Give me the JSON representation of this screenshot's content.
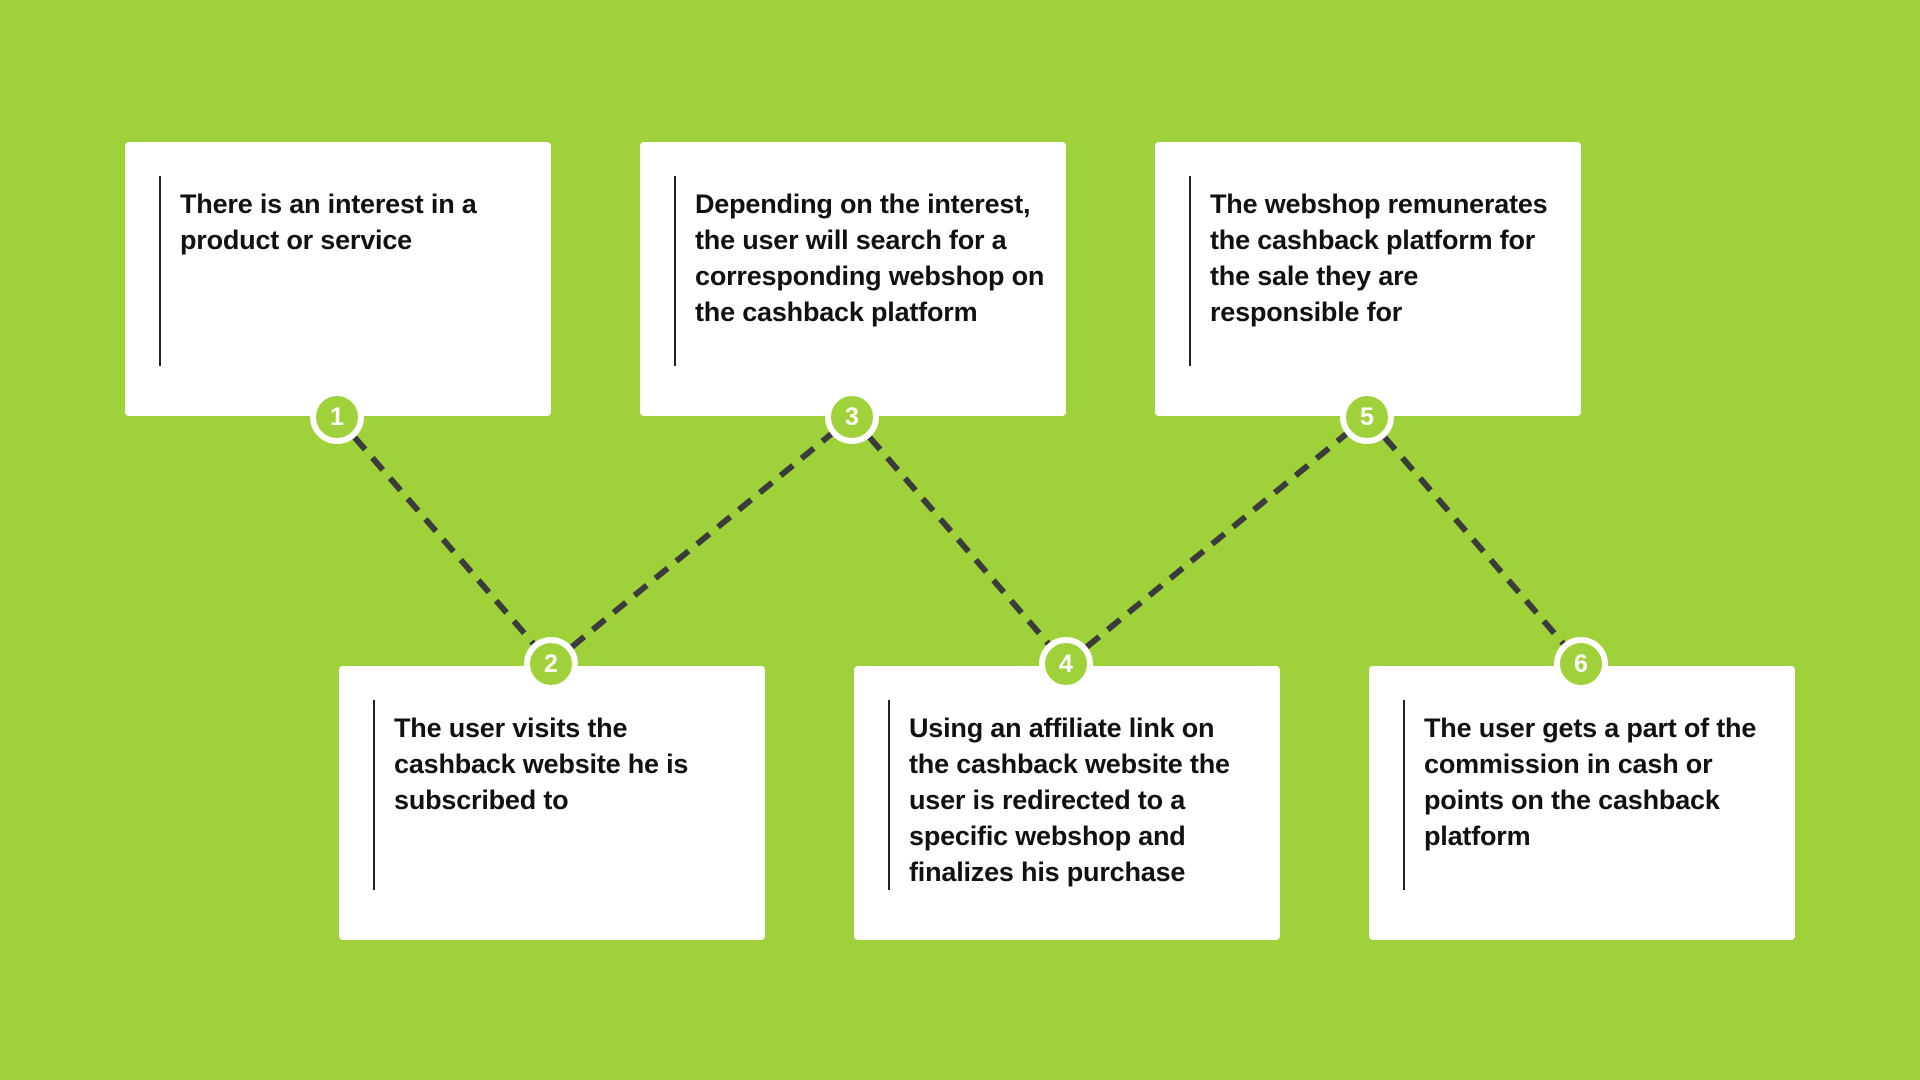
{
  "colors": {
    "background": "#9fd23a",
    "card": "#ffffff",
    "text": "#111111",
    "connector": "#3b3b3b",
    "badge_fill": "#9fd23a",
    "badge_ring": "#ffffff"
  },
  "steps": [
    {
      "number": "1",
      "text": "There is an interest in a product or service"
    },
    {
      "number": "2",
      "text": "The user visits the cashback website he is subscribed to"
    },
    {
      "number": "3",
      "text": "Depending on the interest, the user will search for a corresponding webshop on the cashback platform"
    },
    {
      "number": "4",
      "text": "Using an affiliate link on the cashback website the user is redirected to a specific webshop and finalizes his purchase"
    },
    {
      "number": "5",
      "text": "The webshop remunerates the cashback platform for the sale they are responsible for"
    },
    {
      "number": "6",
      "text": "The user gets a part of the commission in cash or points on the cashback platform"
    }
  ],
  "connections": [
    {
      "from": "1",
      "to": "2"
    },
    {
      "from": "2",
      "to": "3"
    },
    {
      "from": "3",
      "to": "4"
    },
    {
      "from": "4",
      "to": "5"
    },
    {
      "from": "5",
      "to": "6"
    }
  ]
}
